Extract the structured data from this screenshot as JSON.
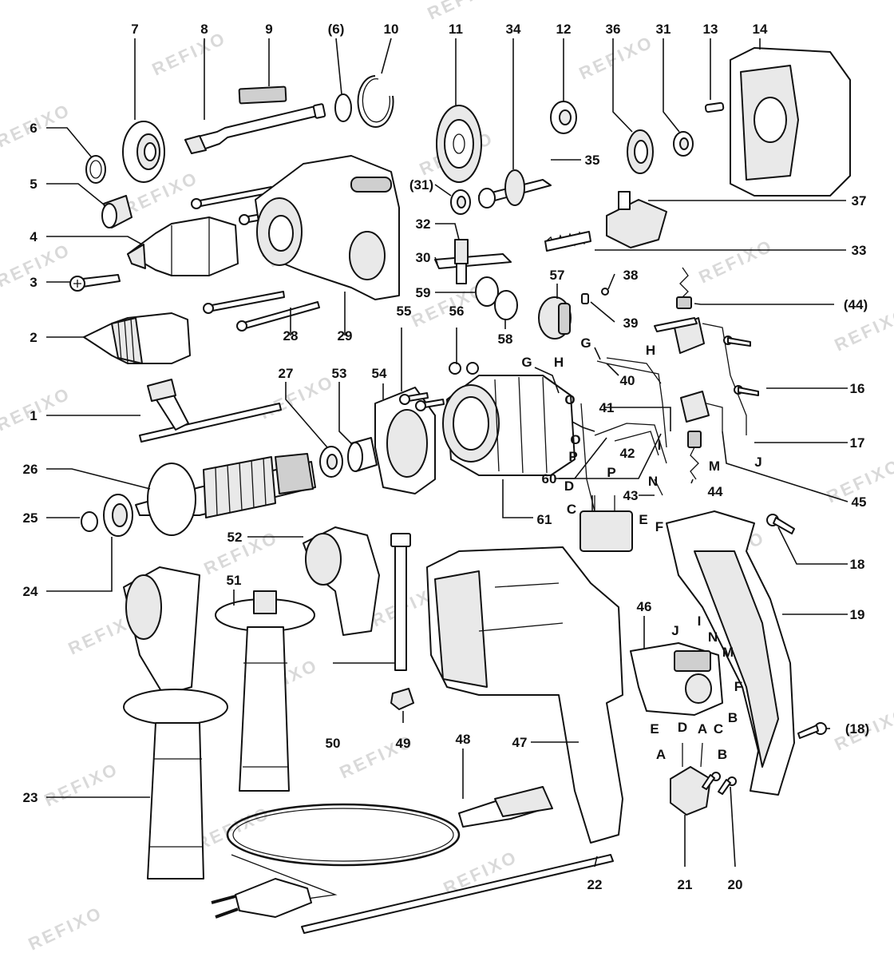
{
  "watermark": "REFIXO",
  "labels": [
    {
      "id": "7",
      "text": "7"
    },
    {
      "id": "8",
      "text": "8"
    },
    {
      "id": "9",
      "text": "9"
    },
    {
      "id": "p6b",
      "text": "(6)"
    },
    {
      "id": "10",
      "text": "10"
    },
    {
      "id": "11",
      "text": "11"
    },
    {
      "id": "34",
      "text": "34"
    },
    {
      "id": "12",
      "text": "12"
    },
    {
      "id": "36",
      "text": "36"
    },
    {
      "id": "31",
      "text": "31"
    },
    {
      "id": "13",
      "text": "13"
    },
    {
      "id": "14",
      "text": "14"
    },
    {
      "id": "6",
      "text": "6"
    },
    {
      "id": "5",
      "text": "5"
    },
    {
      "id": "4",
      "text": "4"
    },
    {
      "id": "3",
      "text": "3"
    },
    {
      "id": "2",
      "text": "2"
    },
    {
      "id": "1",
      "text": "1"
    },
    {
      "id": "26",
      "text": "26"
    },
    {
      "id": "25",
      "text": "25"
    },
    {
      "id": "24",
      "text": "24"
    },
    {
      "id": "23",
      "text": "23"
    },
    {
      "id": "p31b",
      "text": "(31)"
    },
    {
      "id": "35",
      "text": "35"
    },
    {
      "id": "37",
      "text": "37"
    },
    {
      "id": "32",
      "text": "32"
    },
    {
      "id": "30",
      "text": "30"
    },
    {
      "id": "33",
      "text": "33"
    },
    {
      "id": "57",
      "text": "57"
    },
    {
      "id": "38",
      "text": "38"
    },
    {
      "id": "59",
      "text": "59"
    },
    {
      "id": "58",
      "text": "58"
    },
    {
      "id": "39",
      "text": "39"
    },
    {
      "id": "p44b",
      "text": "(44)"
    },
    {
      "id": "28",
      "text": "28"
    },
    {
      "id": "29",
      "text": "29"
    },
    {
      "id": "55",
      "text": "55"
    },
    {
      "id": "56",
      "text": "56"
    },
    {
      "id": "27",
      "text": "27"
    },
    {
      "id": "53",
      "text": "53"
    },
    {
      "id": "54",
      "text": "54"
    },
    {
      "id": "G1",
      "text": "G"
    },
    {
      "id": "H1",
      "text": "H"
    },
    {
      "id": "G2",
      "text": "G"
    },
    {
      "id": "H2",
      "text": "H"
    },
    {
      "id": "40",
      "text": "40"
    },
    {
      "id": "16",
      "text": "16"
    },
    {
      "id": "41",
      "text": "41"
    },
    {
      "id": "O1",
      "text": "O"
    },
    {
      "id": "O2",
      "text": "O"
    },
    {
      "id": "P1",
      "text": "P"
    },
    {
      "id": "42",
      "text": "42"
    },
    {
      "id": "P2",
      "text": "P"
    },
    {
      "id": "I1",
      "text": "I"
    },
    {
      "id": "17",
      "text": "17"
    },
    {
      "id": "J1",
      "text": "J"
    },
    {
      "id": "M1",
      "text": "M"
    },
    {
      "id": "60",
      "text": "60"
    },
    {
      "id": "D1",
      "text": "D"
    },
    {
      "id": "N1",
      "text": "N"
    },
    {
      "id": "43",
      "text": "43"
    },
    {
      "id": "44",
      "text": "44"
    },
    {
      "id": "45",
      "text": "45"
    },
    {
      "id": "C1",
      "text": "C"
    },
    {
      "id": "E1",
      "text": "E"
    },
    {
      "id": "F1",
      "text": "F"
    },
    {
      "id": "61",
      "text": "61"
    },
    {
      "id": "52",
      "text": "52"
    },
    {
      "id": "18",
      "text": "18"
    },
    {
      "id": "51",
      "text": "51"
    },
    {
      "id": "19",
      "text": "19"
    },
    {
      "id": "46",
      "text": "46"
    },
    {
      "id": "J2",
      "text": "J"
    },
    {
      "id": "I2",
      "text": "I"
    },
    {
      "id": "N2",
      "text": "N"
    },
    {
      "id": "M2",
      "text": "M"
    },
    {
      "id": "F2",
      "text": "F"
    },
    {
      "id": "B1",
      "text": "B"
    },
    {
      "id": "E2",
      "text": "E"
    },
    {
      "id": "D2",
      "text": "D"
    },
    {
      "id": "A1",
      "text": "A"
    },
    {
      "id": "C2",
      "text": "C"
    },
    {
      "id": "p18b",
      "text": "(18)"
    },
    {
      "id": "50",
      "text": "50"
    },
    {
      "id": "49",
      "text": "49"
    },
    {
      "id": "47",
      "text": "47"
    },
    {
      "id": "48",
      "text": "48"
    },
    {
      "id": "A2",
      "text": "A"
    },
    {
      "id": "B2",
      "text": "B"
    },
    {
      "id": "22",
      "text": "22"
    },
    {
      "id": "21",
      "text": "21"
    },
    {
      "id": "20",
      "text": "20"
    }
  ]
}
